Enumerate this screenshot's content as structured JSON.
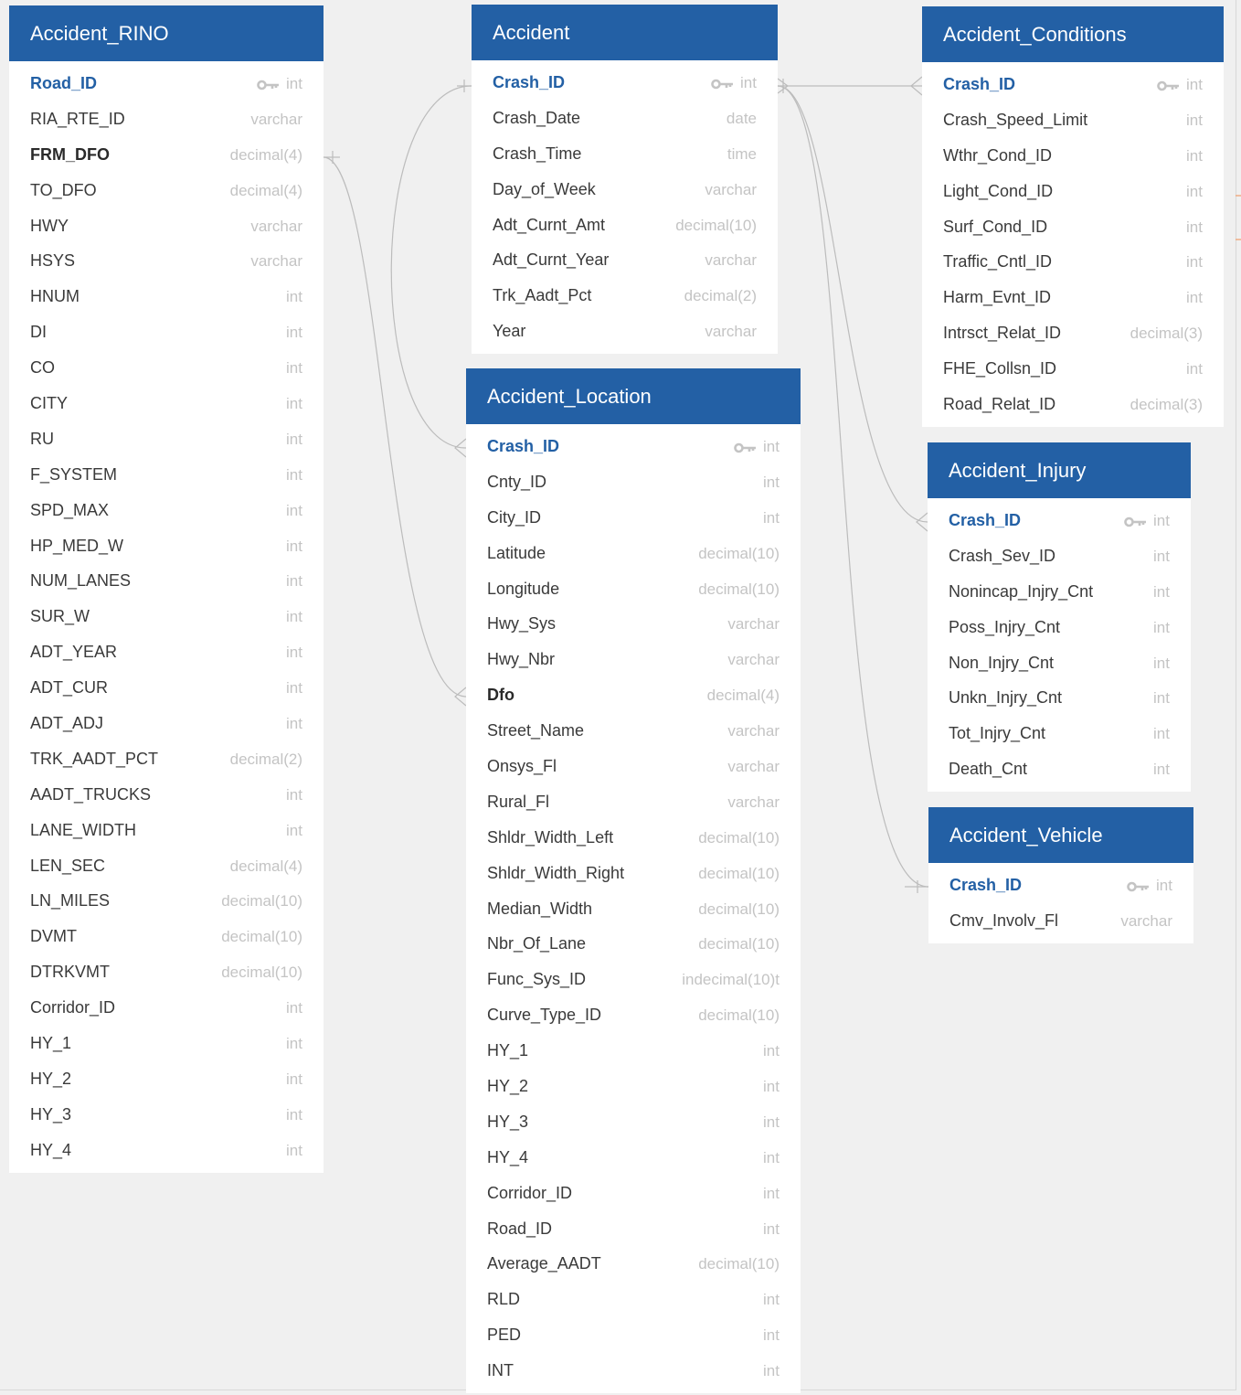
{
  "tables": {
    "rino": {
      "title": "Accident_RINO",
      "columns": [
        {
          "name": "Road_ID",
          "type": "int",
          "pk": true
        },
        {
          "name": "RIA_RTE_ID",
          "type": "varchar"
        },
        {
          "name": "FRM_DFO",
          "type": "decimal(4)",
          "bold": true
        },
        {
          "name": "TO_DFO",
          "type": "decimal(4)"
        },
        {
          "name": "HWY",
          "type": "varchar"
        },
        {
          "name": "HSYS",
          "type": "varchar"
        },
        {
          "name": "HNUM",
          "type": "int"
        },
        {
          "name": "DI",
          "type": "int"
        },
        {
          "name": "CO",
          "type": "int"
        },
        {
          "name": "CITY",
          "type": "int"
        },
        {
          "name": "RU",
          "type": "int"
        },
        {
          "name": "F_SYSTEM",
          "type": "int"
        },
        {
          "name": "SPD_MAX",
          "type": "int"
        },
        {
          "name": "HP_MED_W",
          "type": "int"
        },
        {
          "name": "NUM_LANES",
          "type": "int"
        },
        {
          "name": "SUR_W",
          "type": "int"
        },
        {
          "name": "ADT_YEAR",
          "type": "int"
        },
        {
          "name": "ADT_CUR",
          "type": "int"
        },
        {
          "name": "ADT_ADJ",
          "type": "int"
        },
        {
          "name": "TRK_AADT_PCT",
          "type": "decimal(2)"
        },
        {
          "name": "AADT_TRUCKS",
          "type": "int"
        },
        {
          "name": "LANE_WIDTH",
          "type": "int"
        },
        {
          "name": "LEN_SEC",
          "type": "decimal(4)"
        },
        {
          "name": "LN_MILES",
          "type": "decimal(10)"
        },
        {
          "name": "DVMT",
          "type": "decimal(10)"
        },
        {
          "name": "DTRKVMT",
          "type": "decimal(10)"
        },
        {
          "name": "Corridor_ID",
          "type": "int"
        },
        {
          "name": "HY_1",
          "type": "int"
        },
        {
          "name": "HY_2",
          "type": "int"
        },
        {
          "name": "HY_3",
          "type": "int"
        },
        {
          "name": "HY_4",
          "type": "int"
        }
      ]
    },
    "accident": {
      "title": "Accident",
      "columns": [
        {
          "name": "Crash_ID",
          "type": "int",
          "pk": true
        },
        {
          "name": "Crash_Date",
          "type": "date"
        },
        {
          "name": "Crash_Time",
          "type": "time"
        },
        {
          "name": "Day_of_Week",
          "type": "varchar"
        },
        {
          "name": "Adt_Curnt_Amt",
          "type": "decimal(10)"
        },
        {
          "name": "Adt_Curnt_Year",
          "type": "varchar"
        },
        {
          "name": "Trk_Aadt_Pct",
          "type": "decimal(2)"
        },
        {
          "name": "Year",
          "type": "varchar"
        }
      ]
    },
    "location": {
      "title": "Accident_Location",
      "columns": [
        {
          "name": "Crash_ID",
          "type": "int",
          "pk": true
        },
        {
          "name": "Cnty_ID",
          "type": "int"
        },
        {
          "name": "City_ID",
          "type": "int"
        },
        {
          "name": "Latitude",
          "type": "decimal(10)"
        },
        {
          "name": "Longitude",
          "type": "decimal(10)"
        },
        {
          "name": "Hwy_Sys",
          "type": "varchar"
        },
        {
          "name": "Hwy_Nbr",
          "type": "varchar"
        },
        {
          "name": "Dfo",
          "type": "decimal(4)",
          "bold": true
        },
        {
          "name": "Street_Name",
          "type": "varchar"
        },
        {
          "name": "Onsys_Fl",
          "type": "varchar"
        },
        {
          "name": "Rural_Fl",
          "type": "varchar"
        },
        {
          "name": "Shldr_Width_Left",
          "type": "decimal(10)"
        },
        {
          "name": "Shldr_Width_Right",
          "type": "decimal(10)"
        },
        {
          "name": "Median_Width",
          "type": "decimal(10)"
        },
        {
          "name": "Nbr_Of_Lane",
          "type": "decimal(10)"
        },
        {
          "name": "Func_Sys_ID",
          "type": "indecimal(10)t"
        },
        {
          "name": "Curve_Type_ID",
          "type": "decimal(10)"
        },
        {
          "name": "HY_1",
          "type": "int"
        },
        {
          "name": "HY_2",
          "type": "int"
        },
        {
          "name": "HY_3",
          "type": "int"
        },
        {
          "name": "HY_4",
          "type": "int"
        },
        {
          "name": "Corridor_ID",
          "type": "int"
        },
        {
          "name": "Road_ID",
          "type": "int"
        },
        {
          "name": "Average_AADT",
          "type": "decimal(10)"
        },
        {
          "name": "RLD",
          "type": "int"
        },
        {
          "name": "PED",
          "type": "int"
        },
        {
          "name": "INT",
          "type": "int"
        }
      ]
    },
    "conditions": {
      "title": "Accident_Conditions",
      "columns": [
        {
          "name": "Crash_ID",
          "type": "int",
          "pk": true
        },
        {
          "name": "Crash_Speed_Limit",
          "type": "int"
        },
        {
          "name": "Wthr_Cond_ID",
          "type": "int"
        },
        {
          "name": "Light_Cond_ID",
          "type": "int"
        },
        {
          "name": "Surf_Cond_ID",
          "type": "int"
        },
        {
          "name": "Traffic_Cntl_ID",
          "type": "int"
        },
        {
          "name": "Harm_Evnt_ID",
          "type": "int"
        },
        {
          "name": "Intrsct_Relat_ID",
          "type": "decimal(3)"
        },
        {
          "name": "FHE_Collsn_ID",
          "type": "int"
        },
        {
          "name": "Road_Relat_ID",
          "type": "decimal(3)"
        }
      ]
    },
    "injury": {
      "title": "Accident_Injury",
      "columns": [
        {
          "name": "Crash_ID",
          "type": "int",
          "pk": true
        },
        {
          "name": "Crash_Sev_ID",
          "type": "int"
        },
        {
          "name": "Nonincap_Injry_Cnt",
          "type": "int"
        },
        {
          "name": "Poss_Injry_Cnt",
          "type": "int"
        },
        {
          "name": "Non_Injry_Cnt",
          "type": "int"
        },
        {
          "name": "Unkn_Injry_Cnt",
          "type": "int"
        },
        {
          "name": "Tot_Injry_Cnt",
          "type": "int"
        },
        {
          "name": "Death_Cnt",
          "type": "int"
        }
      ]
    },
    "vehicle": {
      "title": "Accident_Vehicle",
      "columns": [
        {
          "name": "Crash_ID",
          "type": "int",
          "pk": true
        },
        {
          "name": "Cmv_Involv_Fl",
          "type": "varchar"
        }
      ]
    }
  },
  "colors": {
    "header": "#2360a5",
    "primary_key": "#2360a5",
    "type_text": "#c4c4c4",
    "connector": "#bcbcbc",
    "background": "#f0f0f0"
  }
}
